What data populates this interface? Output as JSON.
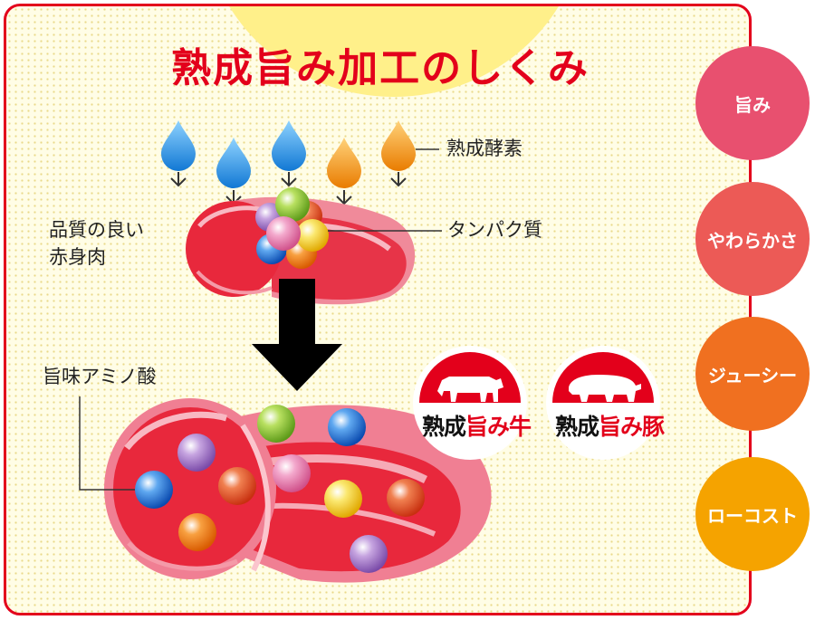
{
  "title": "熟成旨み加工のしくみ",
  "labels": {
    "enzyme": "熟成酵素",
    "meat": "品質の良い\n赤身肉",
    "protein": "タンパク質",
    "amino": "旨味アミノ酸"
  },
  "badges": [
    {
      "prefix": "熟成",
      "highlight": "旨み牛",
      "animal": "cow-icon"
    },
    {
      "prefix": "熟成",
      "highlight": "旨み豚",
      "animal": "pig-icon"
    }
  ],
  "benefits": [
    {
      "label": "旨み",
      "color": "#e8506f"
    },
    {
      "label": "やわらかさ",
      "color": "#ec5a56"
    },
    {
      "label": "ジューシー",
      "color": "#f07020"
    },
    {
      "label": "ローコスト",
      "color": "#f5a300"
    }
  ],
  "colors": {
    "accent": "#e3001b",
    "meat": "#e8283c",
    "arrow": "#000000"
  }
}
